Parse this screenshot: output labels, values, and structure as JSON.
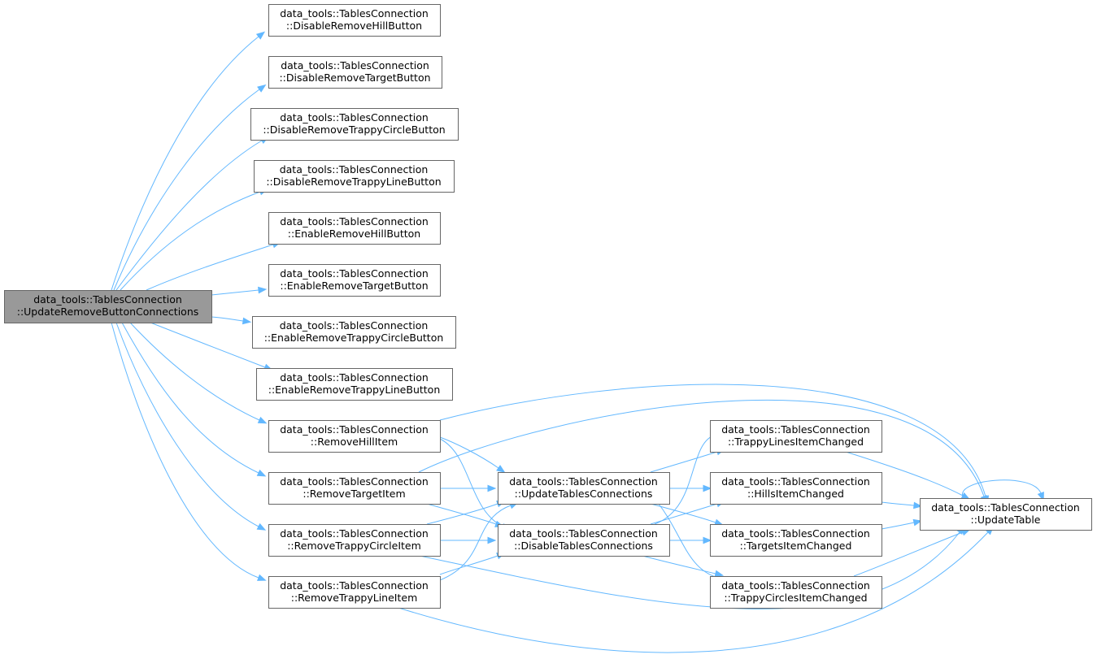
{
  "graph": {
    "edge_color": "#63b8ff",
    "root_fill": "#999999",
    "node_fill": "#ffffff",
    "nodes": [
      {
        "id": "root",
        "line1": "data_tools::TablesConnection",
        "line2": "::UpdateRemoveButtonConnections"
      },
      {
        "id": "drhb",
        "line1": "data_tools::TablesConnection",
        "line2": "::DisableRemoveHillButton"
      },
      {
        "id": "drtb",
        "line1": "data_tools::TablesConnection",
        "line2": "::DisableRemoveTargetButton"
      },
      {
        "id": "drtcb",
        "line1": "data_tools::TablesConnection",
        "line2": "::DisableRemoveTrappyCircleButton"
      },
      {
        "id": "drtlb",
        "line1": "data_tools::TablesConnection",
        "line2": "::DisableRemoveTrappyLineButton"
      },
      {
        "id": "erhb",
        "line1": "data_tools::TablesConnection",
        "line2": "::EnableRemoveHillButton"
      },
      {
        "id": "ertb",
        "line1": "data_tools::TablesConnection",
        "line2": "::EnableRemoveTargetButton"
      },
      {
        "id": "ertcb",
        "line1": "data_tools::TablesConnection",
        "line2": "::EnableRemoveTrappyCircleButton"
      },
      {
        "id": "ertlb",
        "line1": "data_tools::TablesConnection",
        "line2": "::EnableRemoveTrappyLineButton"
      },
      {
        "id": "rhi",
        "line1": "data_tools::TablesConnection",
        "line2": "::RemoveHillItem"
      },
      {
        "id": "rti",
        "line1": "data_tools::TablesConnection",
        "line2": "::RemoveTargetItem"
      },
      {
        "id": "rtci",
        "line1": "data_tools::TablesConnection",
        "line2": "::RemoveTrappyCircleItem"
      },
      {
        "id": "rtli",
        "line1": "data_tools::TablesConnection",
        "line2": "::RemoveTrappyLineItem"
      },
      {
        "id": "utc",
        "line1": "data_tools::TablesConnection",
        "line2": "::UpdateTablesConnections"
      },
      {
        "id": "dtc",
        "line1": "data_tools::TablesConnection",
        "line2": "::DisableTablesConnections"
      },
      {
        "id": "tlic",
        "line1": "data_tools::TablesConnection",
        "line2": "::TrappyLinesItemChanged"
      },
      {
        "id": "hic",
        "line1": "data_tools::TablesConnection",
        "line2": "::HillsItemChanged"
      },
      {
        "id": "tic",
        "line1": "data_tools::TablesConnection",
        "line2": "::TargetsItemChanged"
      },
      {
        "id": "tcic",
        "line1": "data_tools::TablesConnection",
        "line2": "::TrappyCirclesItemChanged"
      },
      {
        "id": "ut",
        "line1": "data_tools::TablesConnection",
        "line2": "::UpdateTable"
      }
    ],
    "edges": [
      [
        "root",
        "drhb"
      ],
      [
        "root",
        "drtb"
      ],
      [
        "root",
        "drtcb"
      ],
      [
        "root",
        "drtlb"
      ],
      [
        "root",
        "erhb"
      ],
      [
        "root",
        "ertb"
      ],
      [
        "root",
        "ertcb"
      ],
      [
        "root",
        "ertlb"
      ],
      [
        "root",
        "rhi"
      ],
      [
        "root",
        "rti"
      ],
      [
        "root",
        "rtci"
      ],
      [
        "root",
        "rtli"
      ],
      [
        "rhi",
        "ut"
      ],
      [
        "rhi",
        "utc"
      ],
      [
        "rhi",
        "dtc"
      ],
      [
        "rti",
        "ut"
      ],
      [
        "rti",
        "utc"
      ],
      [
        "rti",
        "dtc"
      ],
      [
        "rtci",
        "utc"
      ],
      [
        "rtci",
        "dtc"
      ],
      [
        "rtci",
        "ut"
      ],
      [
        "rtli",
        "utc"
      ],
      [
        "rtli",
        "dtc"
      ],
      [
        "rtli",
        "ut"
      ],
      [
        "utc",
        "tlic"
      ],
      [
        "utc",
        "hic"
      ],
      [
        "utc",
        "tic"
      ],
      [
        "utc",
        "tcic"
      ],
      [
        "dtc",
        "tlic"
      ],
      [
        "dtc",
        "hic"
      ],
      [
        "dtc",
        "tic"
      ],
      [
        "dtc",
        "tcic"
      ],
      [
        "tlic",
        "ut"
      ],
      [
        "hic",
        "ut"
      ],
      [
        "tic",
        "ut"
      ],
      [
        "tcic",
        "ut"
      ],
      [
        "ut",
        "ut"
      ]
    ]
  }
}
